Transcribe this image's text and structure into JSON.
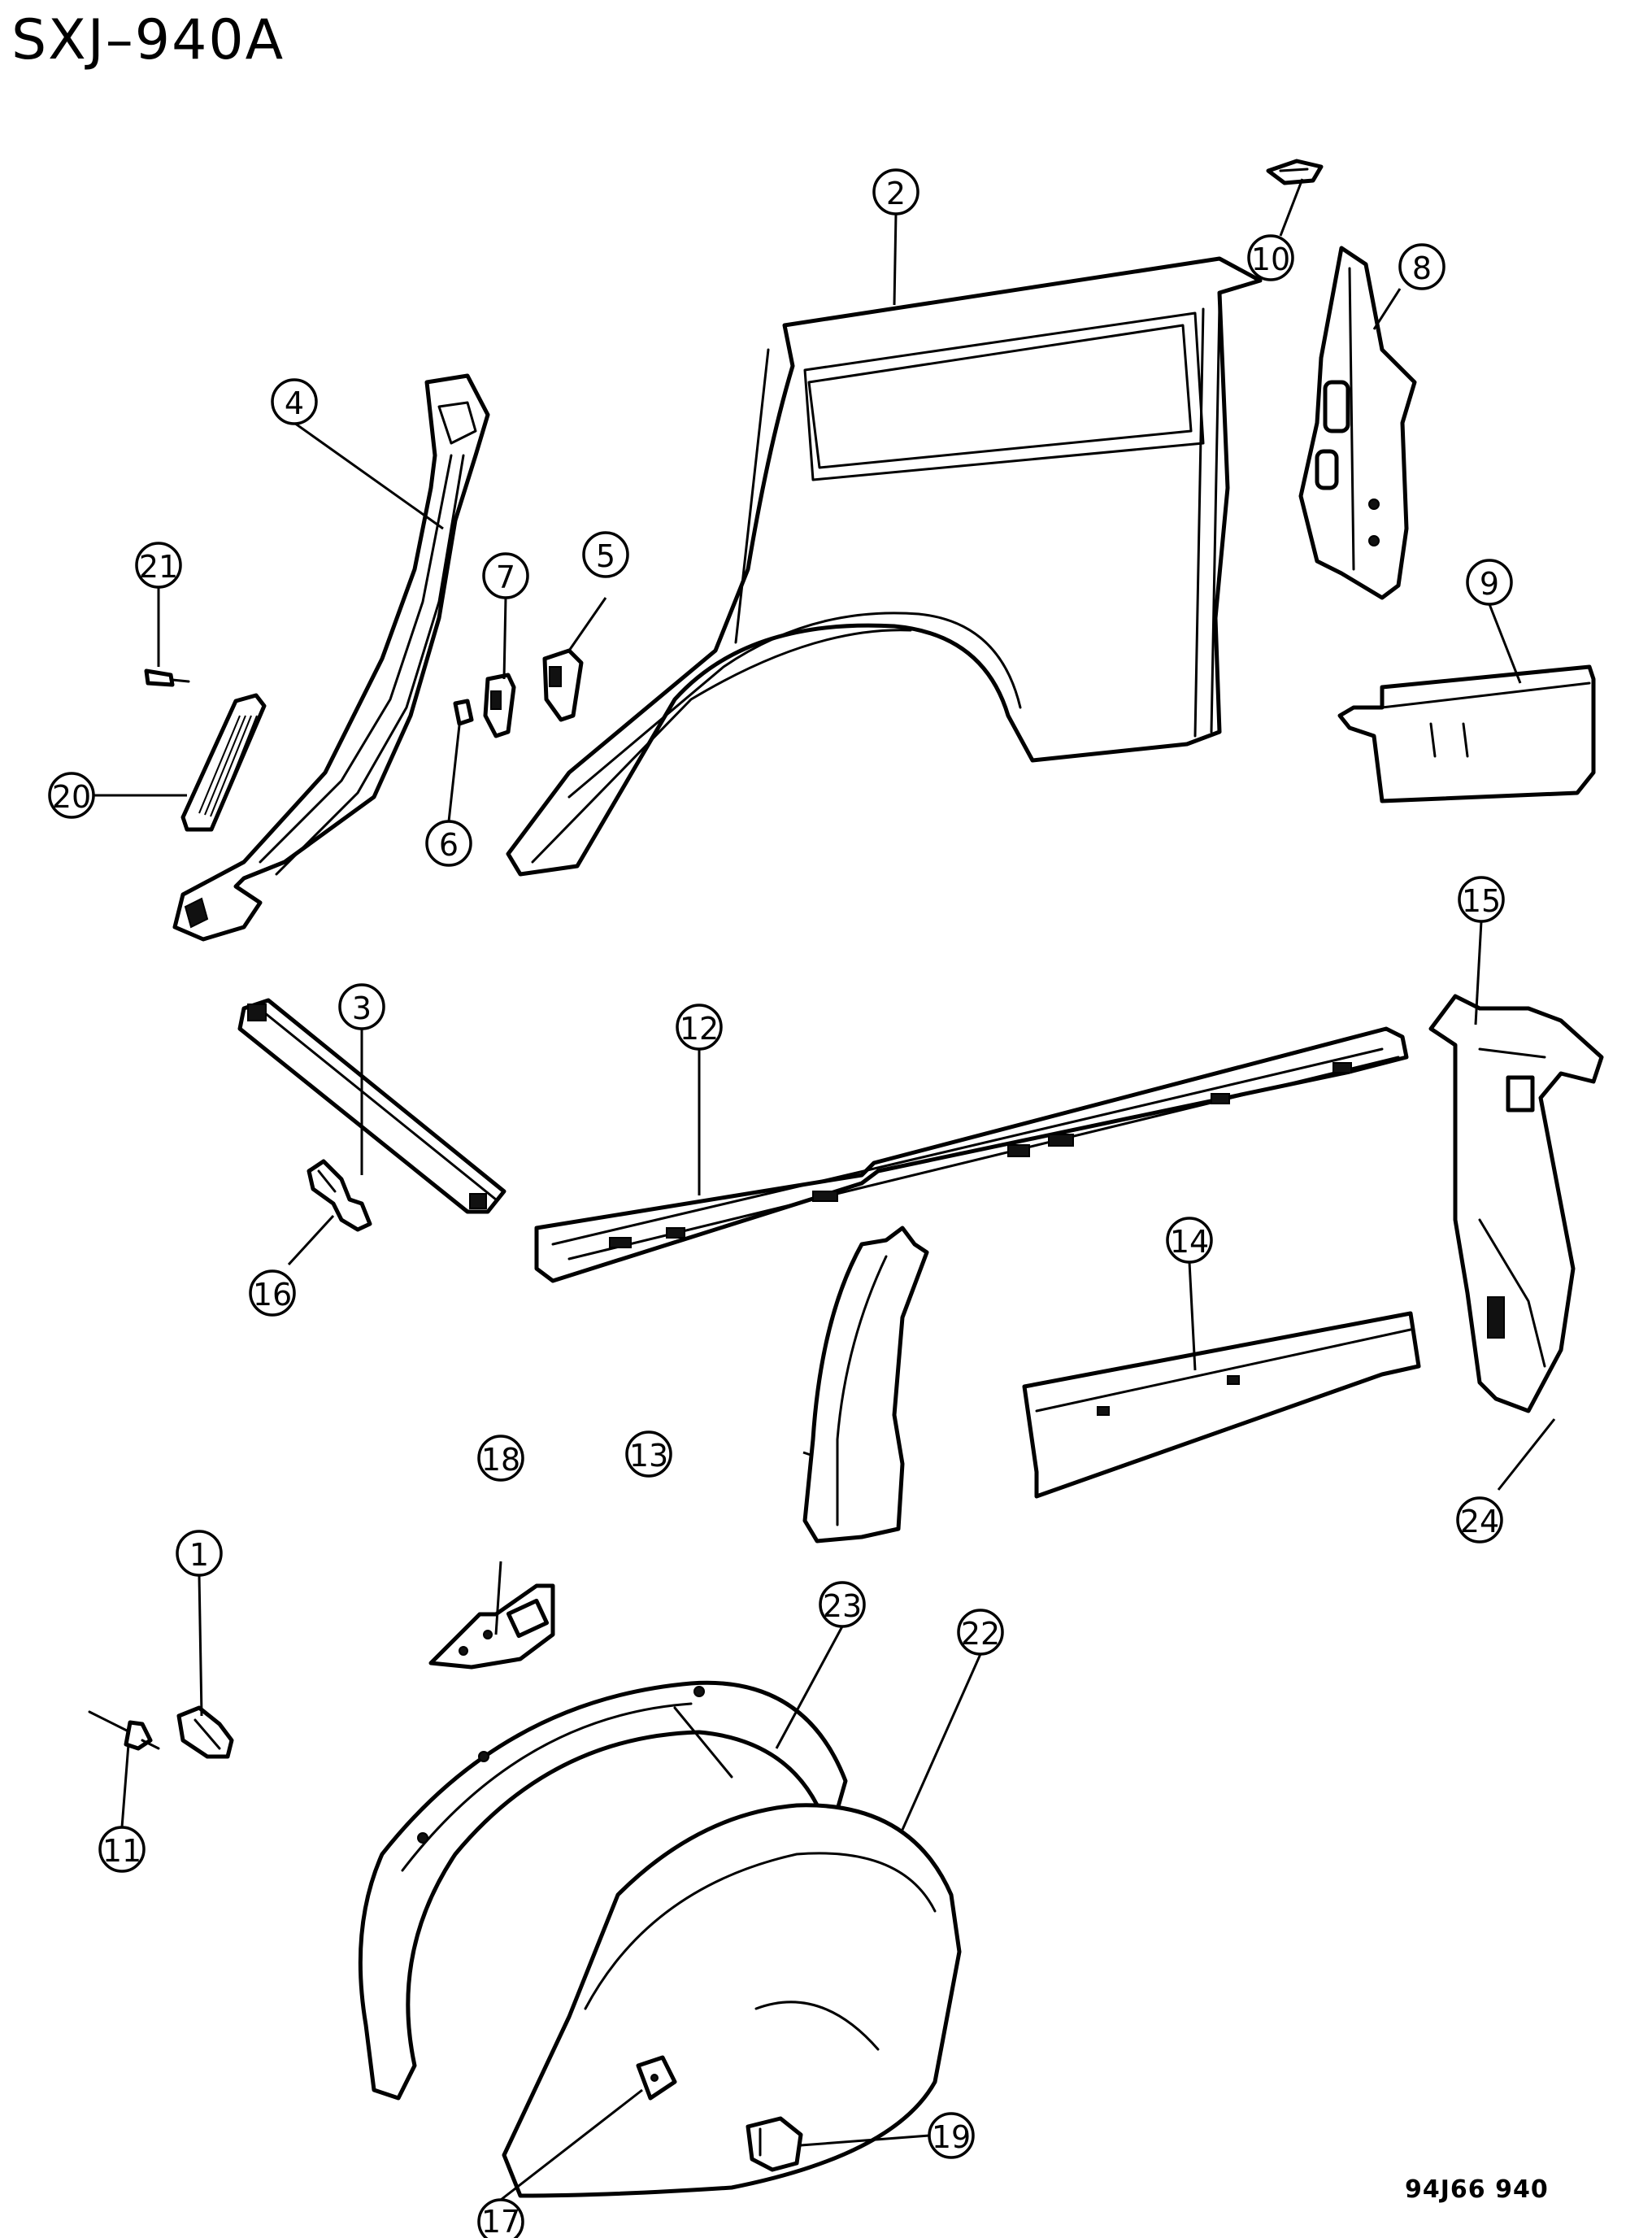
{
  "diagram": {
    "title": "SXJ–940A",
    "code": "94J66  940"
  },
  "callouts": {
    "c1": "1",
    "c2": "2",
    "c3": "3",
    "c4": "4",
    "c5": "5",
    "c6": "6",
    "c7": "7",
    "c8": "8",
    "c9": "9",
    "c10": "10",
    "c11": "11",
    "c12": "12",
    "c13": "13",
    "c14": "14",
    "c15": "15",
    "c16": "16",
    "c17": "17",
    "c18": "18",
    "c19": "19",
    "c20": "20",
    "c21": "21",
    "c22": "22",
    "c23": "23",
    "c24": "24"
  }
}
